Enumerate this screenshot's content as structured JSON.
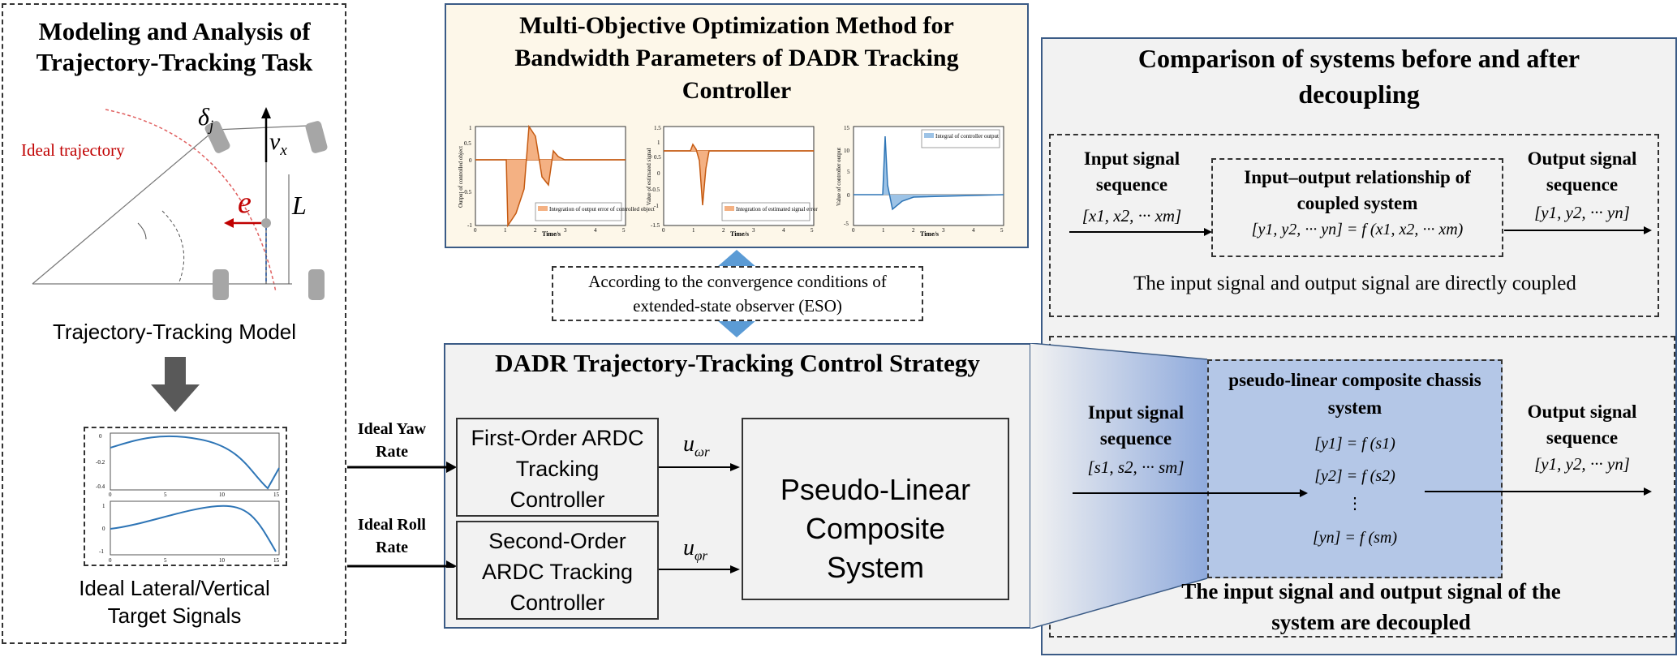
{
  "left": {
    "title": "Modeling and Analysis of Trajectory-Tracking Task",
    "ideal_trajectory": "Ideal trajectory",
    "delta": "δ",
    "delta_sub": "j",
    "vx": "v",
    "vx_sub": "x",
    "e": "e",
    "L": "L",
    "model_label": "Trajectory-Tracking Model",
    "target_label": "Ideal Lateral/Vertical Target Signals",
    "mini_top_ticks_y": [
      "0",
      "-0.2",
      "-0.4"
    ],
    "mini_bottom_ticks_y": [
      "1",
      "0",
      "-1"
    ],
    "mini_ticks_x": [
      "0",
      "5",
      "10",
      "15"
    ]
  },
  "top": {
    "title": "Multi-Objective Optimization Method for Bandwidth Parameters of DADR Tracking Controller",
    "plots": [
      {
        "ylabel": "Output of controlled object",
        "legend": "Integration of output error of controlled object",
        "xlabel": "Time/s",
        "yticks": [
          "1",
          "0.5",
          "0",
          "-0.5",
          "-1"
        ],
        "xticks": [
          "0",
          "1",
          "2",
          "3",
          "4",
          "5"
        ]
      },
      {
        "ylabel": "Value of estimated signal",
        "legend": "Integration of estimated signal error",
        "xlabel": "Time/s",
        "yticks": [
          "1.5",
          "1",
          "0.5",
          "0",
          "-0.5",
          "-1",
          "-1.5"
        ],
        "xticks": [
          "0",
          "1",
          "2",
          "3",
          "4",
          "5"
        ]
      },
      {
        "ylabel": "Value of controller output",
        "legend": "Integral of controller output",
        "xlabel": "Time/s",
        "yticks": [
          "15",
          "10",
          "5",
          "0",
          "-5"
        ],
        "xticks": [
          "0",
          "1",
          "2",
          "3",
          "4",
          "5"
        ]
      }
    ]
  },
  "eso": {
    "text": "According to the convergence conditions of extended-state observer (ESO)"
  },
  "middle": {
    "title": "DADR Trajectory-Tracking Control Strategy",
    "ideal_yaw": "Ideal Yaw Rate",
    "ideal_roll": "Ideal Roll Rate",
    "first_order": "First-Order ARDC Tracking Controller",
    "second_order": "Second-Order ARDC Tracking Controller",
    "u_omega": "u",
    "u_omega_sub": "ωr",
    "u_phi": "u",
    "u_phi_sub": "φr",
    "composite": "Pseudo-Linear Composite System"
  },
  "right": {
    "title": "Comparison of systems before and after decoupling",
    "coupled": {
      "input_label": "Input signal sequence",
      "input_seq": "[x1, x2, ··· xm]",
      "relation_title": "Input–output relationship of coupled system",
      "relation": "[y1, y2, ··· yn] = f (x1, x2, ··· xm)",
      "output_label": "Output signal sequence",
      "output_seq": "[y1, y2, ··· yn]",
      "caption": "The input signal and output signal are directly coupled"
    },
    "decoupled": {
      "input_label": "Input signal sequence",
      "input_seq": "[s1, s2, ··· sm]",
      "box_title": "pseudo-linear composite chassis system",
      "eq1": "[y1] = f (s1)",
      "eq2": "[y2] = f (s2)",
      "dots": "⋮",
      "eqn": "[yn] = f (sm)",
      "output_label": "Output signal sequence",
      "output_seq": "[y1, y2, ··· yn]",
      "caption": "The input signal and output signal of the system are decoupled"
    }
  },
  "colors": {
    "accent_red": "#c00000",
    "blue_fill": "#b4c7e7",
    "cream": "#fdf7e9",
    "panel_gray": "#f2f2f2",
    "plot_orange": "#f4b183",
    "plot_blue": "#9dc3e6"
  }
}
